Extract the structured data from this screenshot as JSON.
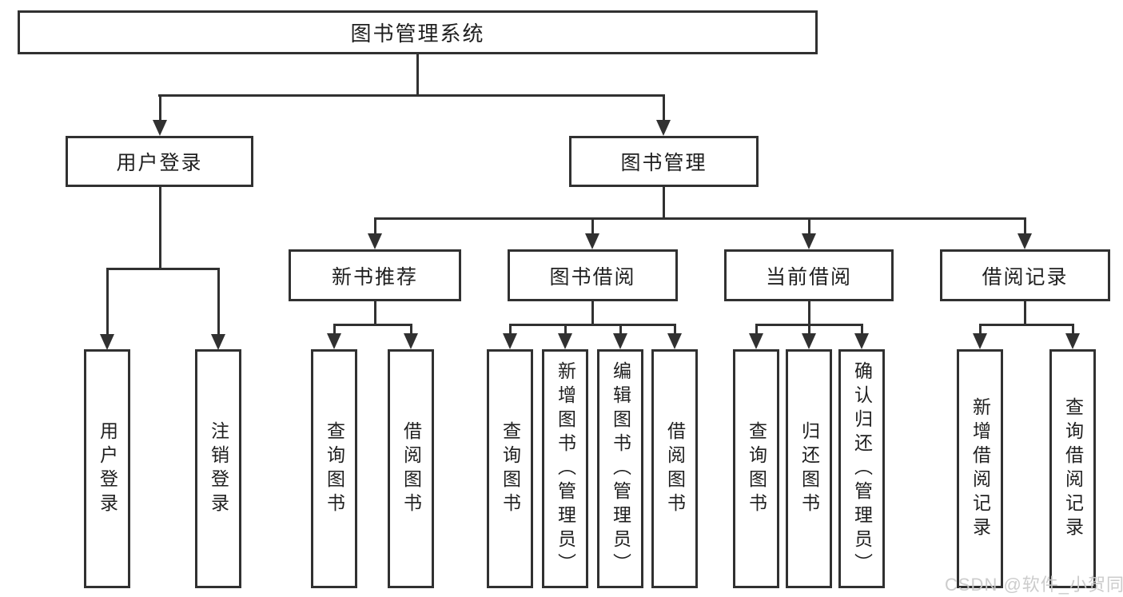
{
  "diagram": {
    "tree": {
      "label": "图书管理系统",
      "children": [
        {
          "label": "用户登录",
          "children": [
            {
              "label": "用户登录"
            },
            {
              "label": "注销登录"
            }
          ]
        },
        {
          "label": "图书管理",
          "children": [
            {
              "label": "新书推荐",
              "children": [
                {
                  "label": "查询图书"
                },
                {
                  "label": "借阅图书"
                }
              ]
            },
            {
              "label": "图书借阅",
              "children": [
                {
                  "label": "查询图书"
                },
                {
                  "label": "新增图书（管理员）"
                },
                {
                  "label": "编辑图书（管理员）"
                },
                {
                  "label": "借阅图书"
                }
              ]
            },
            {
              "label": "当前借阅",
              "children": [
                {
                  "label": "查询图书"
                },
                {
                  "label": "归还图书"
                },
                {
                  "label": "确认归还（管理员）"
                }
              ]
            },
            {
              "label": "借阅记录",
              "children": [
                {
                  "label": "新增借阅记录"
                },
                {
                  "label": "查询借阅记录"
                }
              ]
            }
          ]
        }
      ]
    },
    "colors": {
      "line": "#313131",
      "text": "#1f1f1f",
      "background": "#ffffff",
      "watermark": "#c9c9c9"
    }
  },
  "watermark": "CSDN @软件_小贺同学"
}
